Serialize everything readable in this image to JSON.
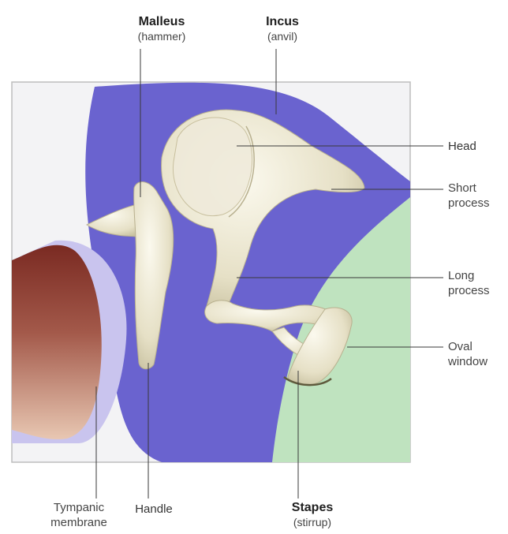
{
  "labels": {
    "malleus": {
      "name": "Malleus",
      "common": "(hammer)"
    },
    "incus": {
      "name": "Incus",
      "common": "(anvil)"
    },
    "stapes": {
      "name": "Stapes",
      "common": "(stirrup)"
    },
    "head": "Head",
    "short_process": {
      "line1": "Short",
      "line2": "process"
    },
    "long_process": {
      "line1": "Long",
      "line2": "process"
    },
    "oval_window": {
      "line1": "Oval",
      "line2": "window"
    },
    "tympanic_membrane": {
      "line1": "Tympanic",
      "line2": "membrane"
    },
    "handle": "Handle"
  },
  "colors": {
    "cavity": "#6a63cf",
    "bone": "#e8e3cc",
    "inner_ear": "#bfe3bf",
    "membrane": "#8b3a2e",
    "membrane_halo": "#c9c4ee",
    "background": "#f3f3f5"
  }
}
